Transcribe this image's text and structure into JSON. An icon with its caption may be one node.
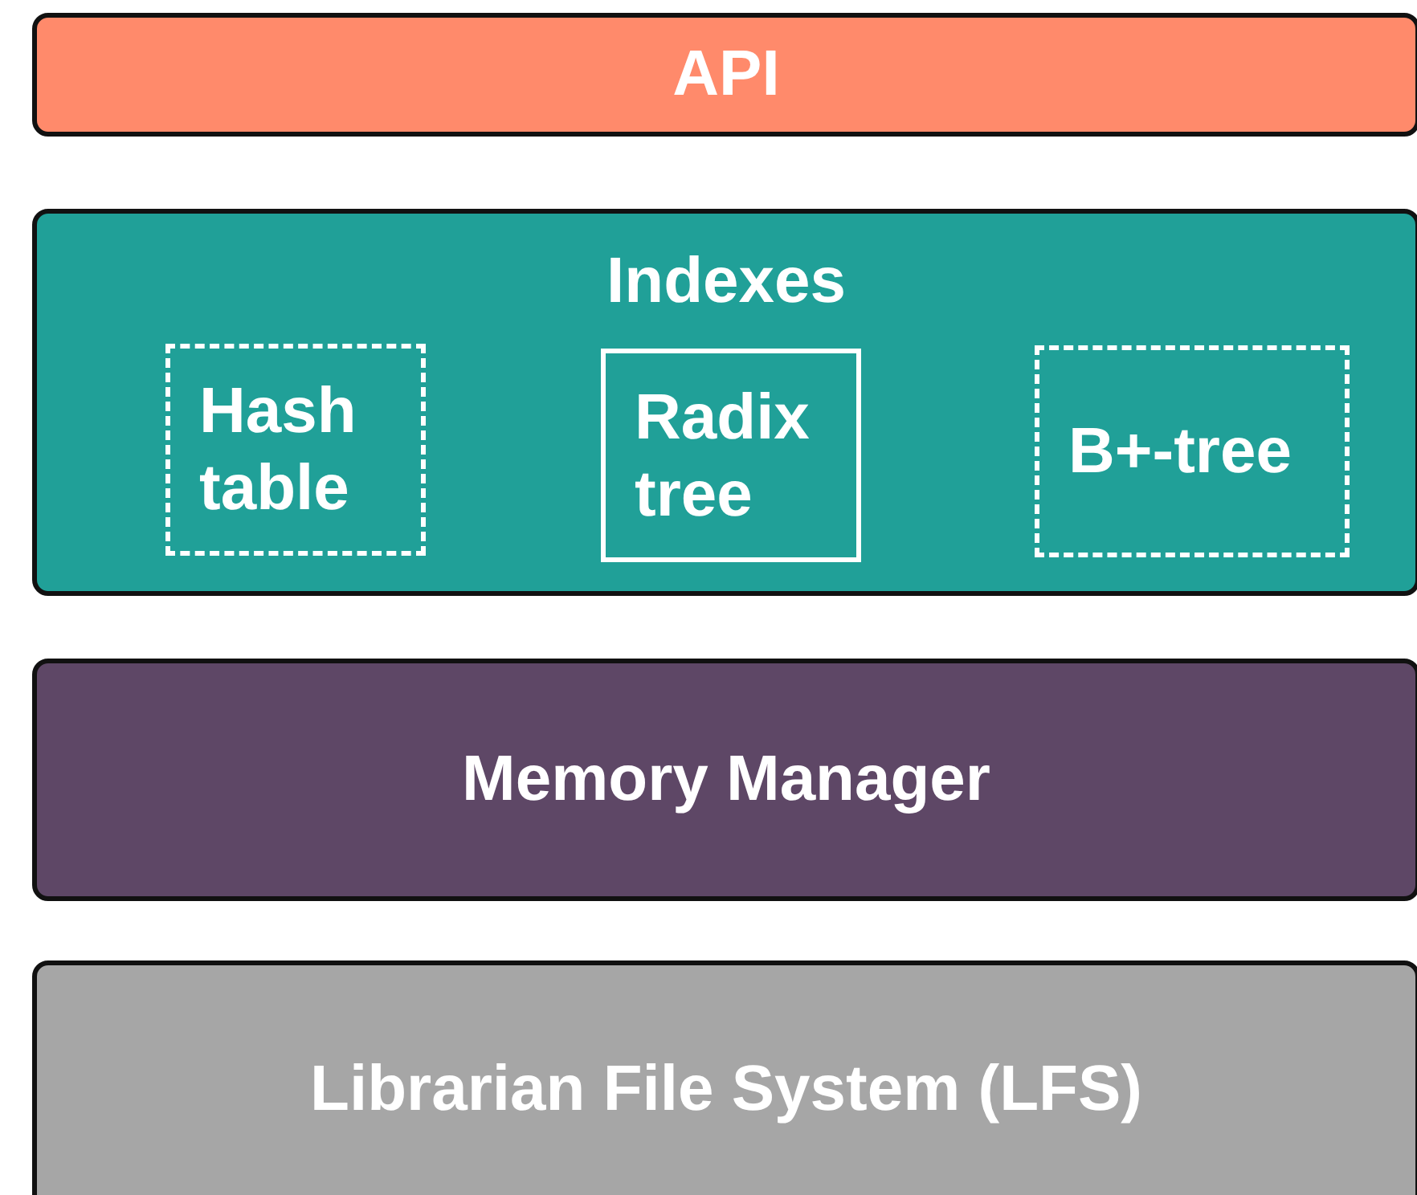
{
  "diagram": {
    "nodes": [
      {
        "text": [
          "API"
        ]
      },
      {
        "text": [
          "Indexes"
        ]
      },
      {
        "text": [
          "Hash table"
        ],
        "in": 1
      },
      {
        "text": [
          "Radix tree"
        ],
        "in": 1
      },
      {
        "text": [
          "B+-tree"
        ],
        "in": 1
      },
      {
        "text": [
          "Memory Manager"
        ]
      },
      {
        "text": [
          "Librarian File System (LFS)"
        ]
      }
    ]
  }
}
